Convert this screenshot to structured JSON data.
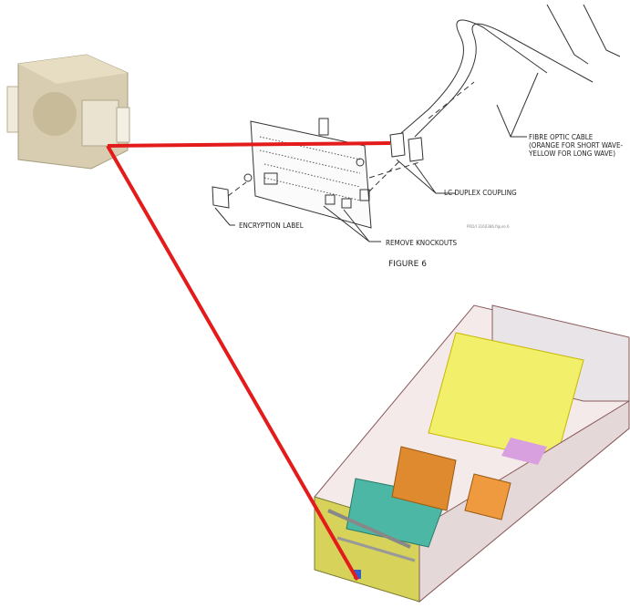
{
  "figure": {
    "title": "FIGURE 6",
    "reference": "PRD/I 3160386.figure.6",
    "labels": {
      "fibre_cable": [
        "FIBRE OPTIC CABLE",
        "(ORANGE FOR SHORT WAVE-",
        "YELLOW FOR LONG WAVE)"
      ],
      "lc_coupling": "LC DUPLEX COUPLING",
      "encryption_label": "ENCRYPTION LABEL",
      "remove_knockouts": "REMOVE KNOCKOUTS"
    }
  },
  "colors": {
    "callout_line": "#e31b1b",
    "coupler": "#d8cdb0",
    "enclosure_yellow": "#f2f06a",
    "enclosure_frame": "#8a5a5a"
  }
}
